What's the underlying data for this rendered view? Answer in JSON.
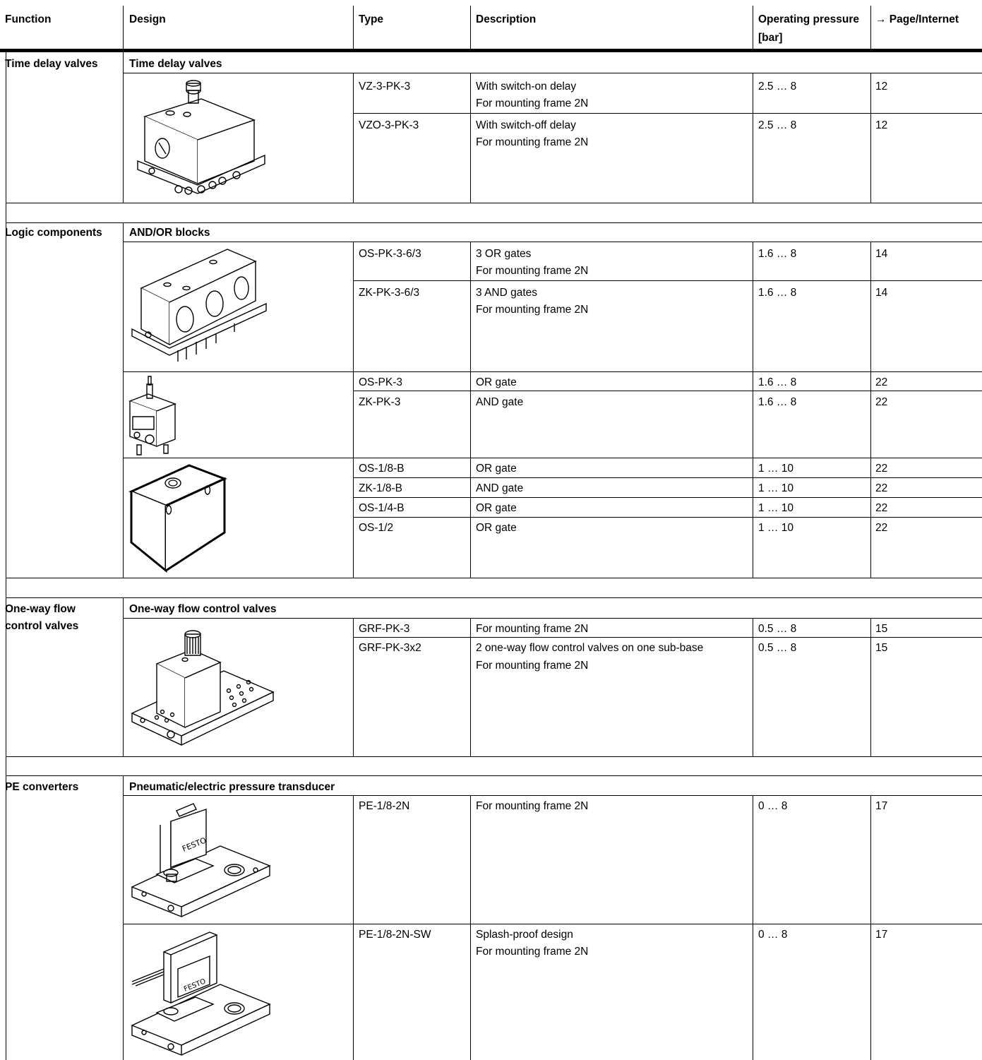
{
  "header": {
    "function": "Function",
    "design": "Design",
    "type": "Type",
    "description": "Description",
    "pressure_line1": "Operating pressure",
    "pressure_line2": "[bar]",
    "page": "→ Page/Internet"
  },
  "sections": [
    {
      "function": "Time delay valves",
      "design": "Time delay valves",
      "rows": [
        {
          "type": "VZ-3-PK-3",
          "desc1": "With switch-on delay",
          "desc2": "For mounting frame 2N",
          "pressure": "2.5 … 8",
          "page": "12"
        },
        {
          "type": "VZO-3-PK-3",
          "desc1": "With switch-off delay",
          "desc2": "For mounting frame 2N",
          "pressure": "2.5 … 8",
          "page": "12"
        }
      ]
    },
    {
      "function": "Logic components",
      "design": "AND/OR blocks",
      "rows": [
        {
          "type": "OS-PK-3-6/3",
          "desc1": "3 OR gates",
          "desc2": "For mounting frame 2N",
          "pressure": "1.6 … 8",
          "page": "14"
        },
        {
          "type": "ZK-PK-3-6/3",
          "desc1": "3 AND gates",
          "desc2": "For mounting frame 2N",
          "pressure": "1.6 … 8",
          "page": "14"
        },
        {
          "type": "OS-PK-3",
          "desc1": "OR gate",
          "pressure": "1.6 … 8",
          "page": "22"
        },
        {
          "type": "ZK-PK-3",
          "desc1": "AND gate",
          "pressure": "1.6 … 8",
          "page": "22"
        },
        {
          "type": "OS-1/8-B",
          "desc1": "OR gate",
          "pressure": "1 … 10",
          "page": "22"
        },
        {
          "type": "ZK-1/8-B",
          "desc1": "AND gate",
          "pressure": "1 … 10",
          "page": "22"
        },
        {
          "type": "OS-1/4-B",
          "desc1": "OR gate",
          "pressure": "1 … 10",
          "page": "22"
        },
        {
          "type": "OS-1/2",
          "desc1": "OR gate",
          "pressure": "1 … 10",
          "page": "22"
        }
      ]
    },
    {
      "function_line1": "One-way flow",
      "function_line2": "control valves",
      "design": "One-way flow control valves",
      "rows": [
        {
          "type": "GRF-PK-3",
          "desc1": "For mounting frame 2N",
          "pressure": "0.5 … 8",
          "page": "15"
        },
        {
          "type": "GRF-PK-3x2",
          "desc1": "2 one-way flow control valves on one sub-base",
          "desc2": "For mounting frame 2N",
          "pressure": "0.5 … 8",
          "page": "15"
        }
      ]
    },
    {
      "function": "PE converters",
      "design": "Pneumatic/electric pressure transducer",
      "rows": [
        {
          "type": "PE-1/8-2N",
          "desc1": "For mounting frame 2N",
          "pressure": "0 … 8",
          "page": "17"
        },
        {
          "type": "PE-1/8-2N-SW",
          "desc1": "Splash-proof design",
          "desc2": "For mounting frame 2N",
          "pressure": "0 … 8",
          "page": "17"
        }
      ]
    }
  ],
  "illustrations": {
    "img1": "time-delay-valve-icon",
    "img2": "and-or-block-icon",
    "img3": "single-logic-valve-icon",
    "img4": "logic-block-housing-icon",
    "img5": "flow-control-valve-icon",
    "img6": "pe-converter-icon",
    "img7": "pe-converter-splash-proof-icon"
  }
}
